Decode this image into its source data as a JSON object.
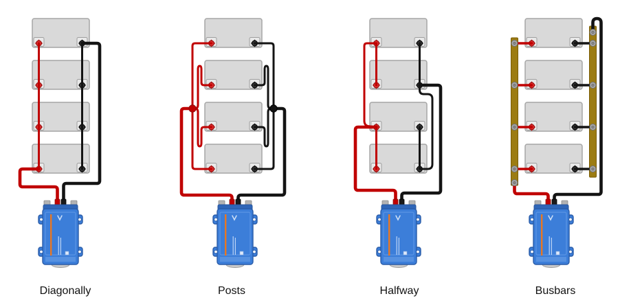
{
  "colors": {
    "wire_positive": "#c00000",
    "wire_negative": "#141414",
    "battery_body": "#d9d9d9",
    "battery_border": "#a6a6a6",
    "terminal_pad": "#e9e9e9",
    "busbar": "#9c7c12",
    "device_blue": "#3c7ed9",
    "device_blue_dark": "#2f66b8",
    "device_accent": "#e87722",
    "screw_gray": "#a8a8a8",
    "label_text": "#111111"
  },
  "diagram": {
    "bank": {
      "batteries_per_bank": 4,
      "positive_terminal_color": "red",
      "negative_terminal_color": "black",
      "load_device": "blue charger unit with orange stripe"
    },
    "methods": [
      {
        "id": "diagonally",
        "label": "Diagonally",
        "battery_count": 4,
        "description": "Parallel link chains on both posts; positive main lead taken from the bottom battery, negative main lead taken from the top battery."
      },
      {
        "id": "posts",
        "label": "Posts",
        "battery_count": 4,
        "description": "Every positive post wired with equal-length cables to a common positive junction post; every negative post wired to a common negative junction post; main leads from the junctions."
      },
      {
        "id": "halfway",
        "label": "Halfway",
        "battery_count": 4,
        "description": "Batteries linked in pairs; main positive lead taps the bank at the third battery, main negative lead taps at the second battery (half way along the bank)."
      },
      {
        "id": "busbars",
        "label": "Busbars",
        "battery_count": 4,
        "description": "All positive posts connect to a positive busbar, all negative posts to a negative busbar; main leads leave from opposite ends of the busbars."
      }
    ]
  }
}
